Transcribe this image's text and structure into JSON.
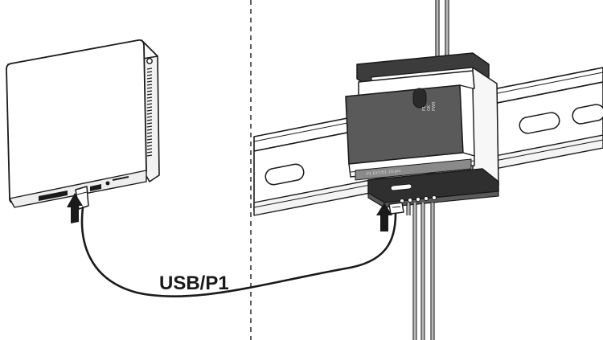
{
  "cable": {
    "label": "USB/P1"
  },
  "module": {
    "led_labels": [
      "PWR",
      "OK",
      "P1"
    ],
    "front_text": "P1 EXT/01 10-pin"
  },
  "colors": {
    "line": "#1a1a1a",
    "module_face": "#5a5a5a",
    "module_dark": "#3c3c3c",
    "rail": "#ffffff",
    "wire": "#9a9a9a"
  },
  "icons": [
    "insert-arrow-icon",
    "insert-arrow-icon"
  ]
}
